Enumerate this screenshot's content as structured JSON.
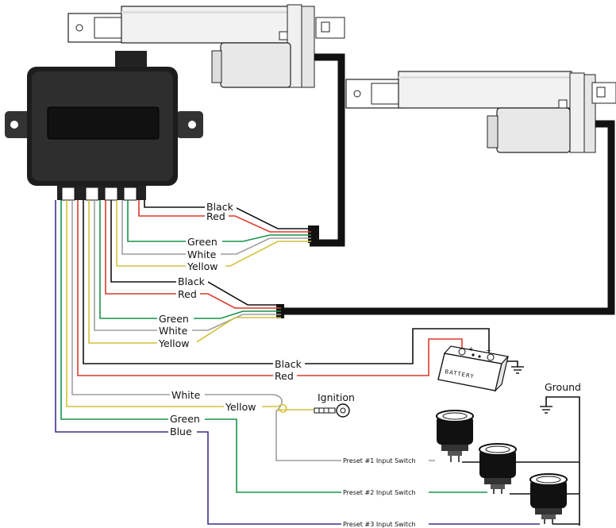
{
  "labels": {
    "actuator1": [
      "Black",
      "Red",
      "Green",
      "White",
      "Yellow"
    ],
    "actuator2": [
      "Black",
      "Red",
      "Green",
      "White",
      "Yellow"
    ],
    "battery": [
      "Black",
      "Red"
    ],
    "inputs": [
      "White",
      "Yellow",
      "Green",
      "Blue"
    ],
    "ignition": "Ignition",
    "ground": "Ground",
    "battery_text": "BATTERY",
    "preset1": "Preset #1 Input Switch",
    "preset2": "Preset #2 Input Switch",
    "preset3": "Preset #3 Input Switch"
  },
  "colors": {
    "black": "#111111",
    "red": "#d93a2b",
    "green": "#17944a",
    "white": "#9e9e9e",
    "yellow": "#d2c23a",
    "blue": "#3b2f8f"
  }
}
